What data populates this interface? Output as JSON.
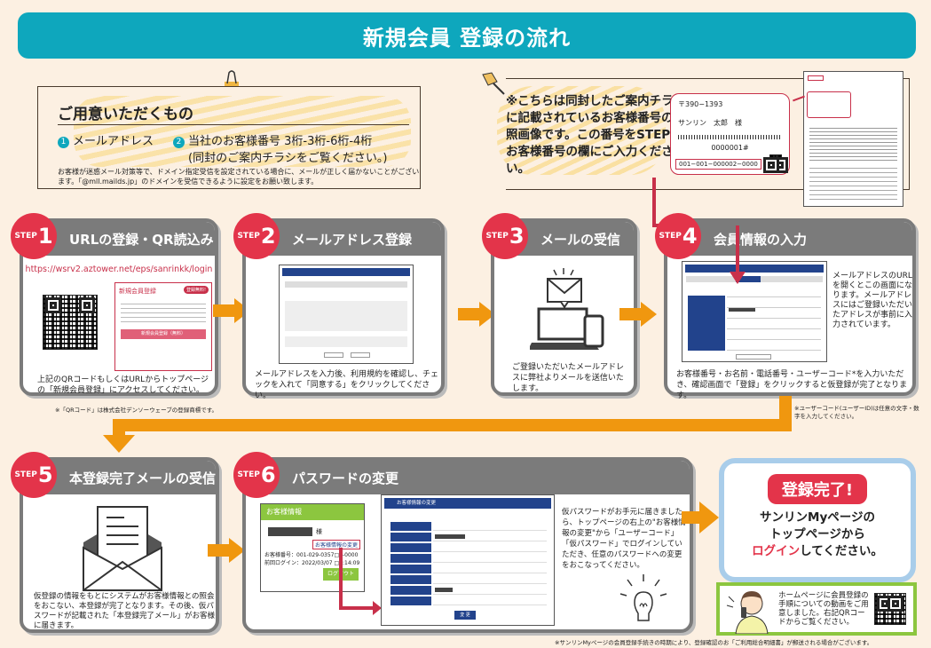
{
  "title": "新規会員 登録の流れ",
  "prepare": {
    "heading": "ご用意いただくもの",
    "items": [
      {
        "num": "1",
        "label": "メールアドレス"
      },
      {
        "num": "2",
        "label": "当社のお客様番号 3桁-3桁-6桁-4桁",
        "sub": "(同封のご案内チラシをご覧ください。)"
      }
    ],
    "note": "お客様が迷惑メール対策等で、ドメイン指定受信を設定されている場合に、メールが正しく届かないことがございます。「@mll.mailds.jp」のドメインを受信できるように設定をお願い致します。"
  },
  "reference": {
    "text": "※こちらは同封したご案内チラシに記載されているお客様番号の参照画像です。この番号をSTEP4のお客様番号の欄にご入力ください。",
    "card": {
      "zip": "〒390−1393",
      "name": "サンリン　太郎　様",
      "serial": "0000001#",
      "customer_no": "001−001−000002−0000"
    }
  },
  "steps": [
    {
      "badge_prefix": "STEP",
      "num": "1",
      "title": "URLの登録・QR読込み",
      "url": "https://wsrv2.aztower.net/eps/sanrinkk/login",
      "mock": {
        "title": "新規会員登録",
        "badge": "登録無料!",
        "button": "新規会員登録（無料）"
      },
      "caption": "上記のQRコードもしくはURLからトップページの「新規会員登録」にアクセスしてください。",
      "footnote": "※「QRコード」は株式会社デンソーウェーブの登録商標です。"
    },
    {
      "badge_prefix": "STEP",
      "num": "2",
      "title": "メールアドレス登録",
      "caption": "メールアドレスを入力後、利用規約を確認し、チェックを入れて「同意する」をクリックしてください。"
    },
    {
      "badge_prefix": "STEP",
      "num": "3",
      "title": "メールの受信",
      "caption": "ご登録いただいたメールアドレスに弊社よりメールを送信いたします。"
    },
    {
      "badge_prefix": "STEP",
      "num": "4",
      "title": "会員情報の入力",
      "side": "メールアドレスのURLを開くとこの画面になります。メールアドレスにはご登録いただいたアドレスが事前に入力されています。",
      "caption": "お客様番号・お名前・電話番号・ユーザーコード*を入力いただき、確認画面で「登録」をクリックすると仮登録が完了となります。",
      "footnote": "※ユーザーコード(ユーザーID)は任意の文字・数字を入力してください。"
    },
    {
      "badge_prefix": "STEP",
      "num": "5",
      "title": "本登録完了メールの受信",
      "caption": "仮登録の情報をもとにシステムがお客様情報との照会をおこない、本登録が完了となります。その後、仮パスワードが記載された「本登録完了メール」がお客様に届きます。"
    },
    {
      "badge_prefix": "STEP",
      "num": "6",
      "title": "パスワードの変更",
      "mock_info": {
        "header": "お客様情報",
        "suffix": "様",
        "link": "お客様情報の変更",
        "customer_no": "お客様番号：001-029-0357□5-0000",
        "last_login": "前回ログイン：2022/03/07 □5:14:09",
        "logout": "ログアウト"
      },
      "mock_form": {
        "header": "お客様情報の変更",
        "submit": "変 更"
      },
      "side": "仮パスワードがお手元に届きましたら、トップページの右上の\"お客様情報の変更\"から「ユーザーコード」「仮パスワード」でログインしていただき、任意のパスワードへの変更をおこなってください。"
    }
  ],
  "complete": {
    "badge": "登録完了!",
    "line1": "サンリンMyページの",
    "line2": "トップページから",
    "login": "ログイン",
    "line3": "してください。"
  },
  "video": {
    "text": "ホームページに会員登録の手順についての動画をご用意しました。右記QRコードからご覧ください。"
  },
  "bottom_note": "※サンリンMyページの会員登録手続きの時期により、登録確認のお「ご利用総合明細書」が郵送される場合がございます。",
  "colors": {
    "teal": "#0ea7bd",
    "red": "#e3344a",
    "orange": "#f0970f",
    "gray": "#7b7b7b"
  }
}
